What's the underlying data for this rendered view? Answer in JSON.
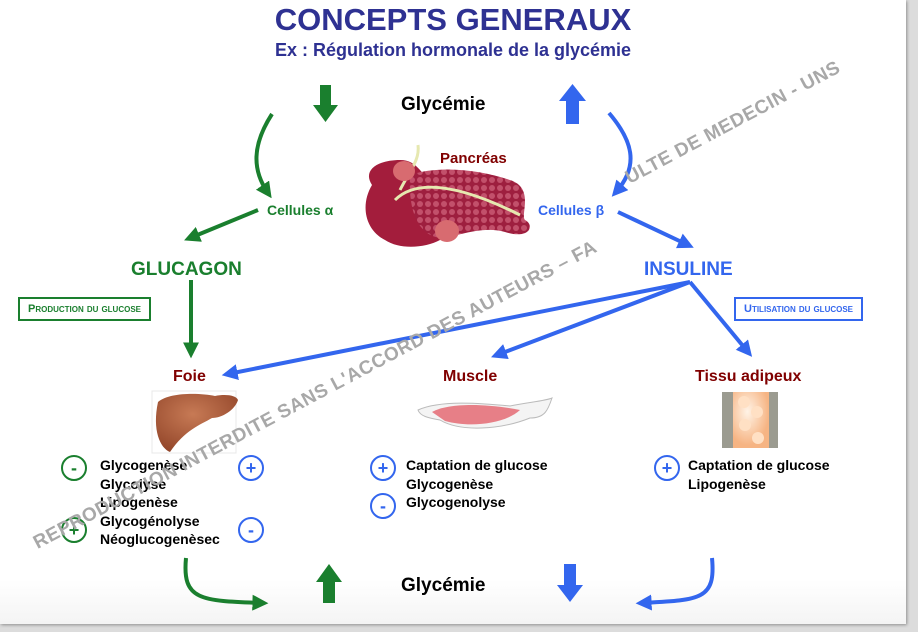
{
  "header": {
    "title": "CONCEPTS GENERAUX",
    "subtitle": "Ex : Régulation hormonale de la glycémie"
  },
  "top_glycemia": {
    "label": "Glycémie",
    "left_arrow": "arrow-down",
    "right_arrow": "arrow-up"
  },
  "pancreas": {
    "label": "Pancréas",
    "alpha_cells": "Cellules α",
    "beta_cells": "Cellules β"
  },
  "hormones": {
    "glucagon": "GLUCAGON",
    "insuline": "INSULINE"
  },
  "boxes": {
    "production": "Production du glucose",
    "utilisation": "Utilisation du glucose"
  },
  "organs": {
    "liver": {
      "label": "Foie",
      "processes": [
        "Glycogenèse",
        "Glycolyse",
        "Lipogenèse",
        "Glycogénolyse",
        "Néoglucogenèsec"
      ],
      "glucagon_signs": [
        "-",
        "+"
      ],
      "insulin_signs": [
        "+",
        "-"
      ]
    },
    "muscle": {
      "label": "Muscle",
      "processes": [
        "Captation de glucose",
        "Glycogenèse",
        "Glycogenolyse"
      ],
      "insulin_signs": [
        "+",
        "-"
      ]
    },
    "adipose": {
      "label": "Tissu adipeux",
      "processes": [
        "Captation de glucose",
        "Lipogenèse"
      ],
      "insulin_signs": [
        "+"
      ]
    }
  },
  "bottom_glycemia": {
    "label": "Glycémie",
    "left_arrow": "arrow-up",
    "right_arrow": "arrow-down"
  },
  "watermark": {
    "part1": "REPRODUCTION INTERDITE SANS L'ACCORD DES AUTEURS – FA",
    "part2": "ULTE DE MEDECIN - UNS"
  },
  "colors": {
    "title": "#2e3192",
    "glucagon_green": "#1a7f2e",
    "insulin_blue": "#3366ee",
    "organ_label": "#800000",
    "watermark": "#a8a8a8"
  }
}
